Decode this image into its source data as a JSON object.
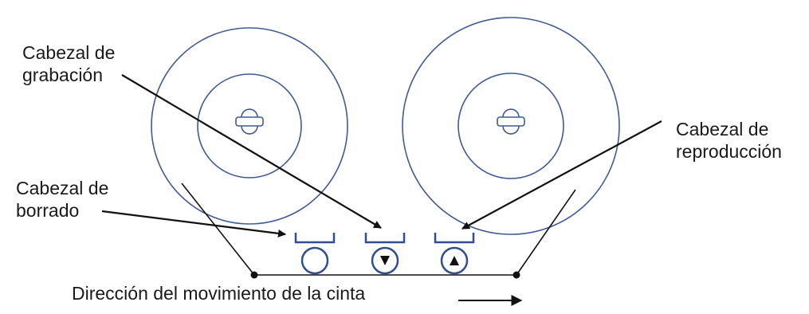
{
  "labels": {
    "recording_head": {
      "line1": "Cabezal de",
      "line2": "grabación"
    },
    "playback_head": {
      "line1": "Cabezal de",
      "line2": "reproducción"
    },
    "erase_head": {
      "line1": "Cabezal de",
      "line2": "borrado"
    },
    "tape_direction": "Dirección del movimiento de la cinta"
  },
  "colors": {
    "reel": "#3f5a96",
    "head": "#2f4f8f",
    "tape": "#111111",
    "text": "#1a1a1a",
    "arrow": "#111111"
  },
  "icons": {
    "recording_head_marker": "triangle-down-icon",
    "playback_head_marker": "triangle-up-icon",
    "direction_arrow": "arrow-right-icon"
  }
}
